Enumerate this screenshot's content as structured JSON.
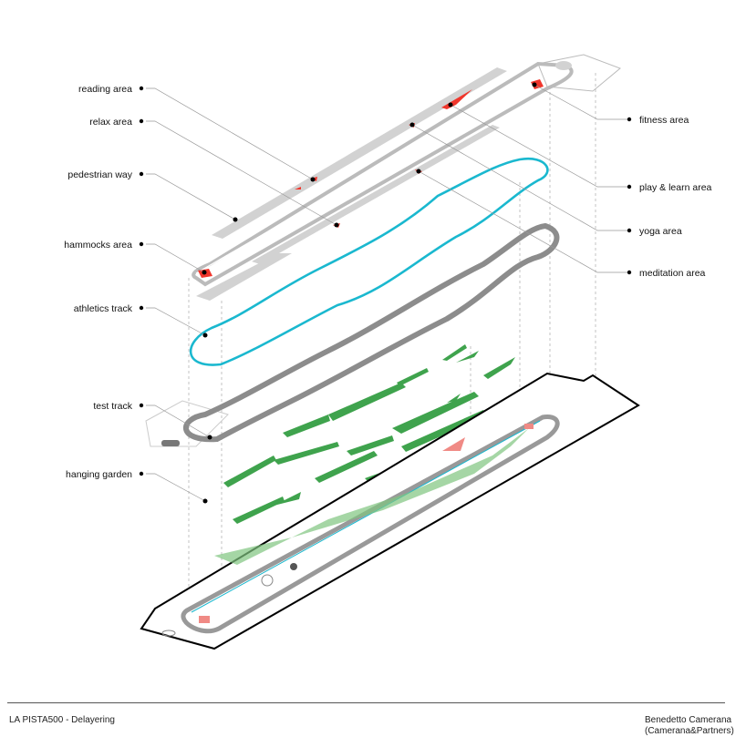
{
  "labels_left": {
    "reading": "reading area",
    "relax": "relax area",
    "pedestrian": "pedestrian way",
    "hammocks": "hammocks area",
    "athletics": "athletics track",
    "test": "test track",
    "garden": "hanging garden"
  },
  "labels_right": {
    "fitness": "fitness area",
    "play": "play & learn area",
    "yoga": "yoga area",
    "meditation": "meditation area"
  },
  "footer": {
    "title": "LA PISTA500 - Delayering",
    "author": "Benedetto Camerana",
    "firm": "(Camerana&Partners)"
  },
  "colors": {
    "athletics_track": "#1ab8cf",
    "test_track": "#8c8c8c",
    "garden": "#3fa34d",
    "activity_area": "#f0362c",
    "path": "#cfcfcf"
  }
}
